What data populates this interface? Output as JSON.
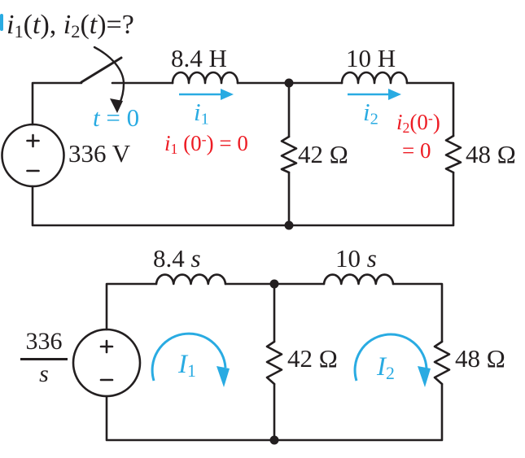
{
  "colors": {
    "ink": "#231f20",
    "accent_blue": "#29abe2",
    "alert_red": "#ed1c24",
    "background": "#ffffff"
  },
  "title": {
    "segments": [
      {
        "text": "i",
        "style": "it"
      },
      {
        "text": "1",
        "style": "sub"
      },
      {
        "text": "("
      },
      {
        "text": "t",
        "style": "it"
      },
      {
        "text": "), "
      },
      {
        "text": "i",
        "style": "it"
      },
      {
        "text": "2",
        "style": "sub"
      },
      {
        "text": "("
      },
      {
        "text": "t",
        "style": "it"
      },
      {
        "text": ")=?"
      }
    ]
  },
  "top_circuit": {
    "source_label": "336 V",
    "switch_time": [
      {
        "text": "t",
        "style": "it"
      },
      {
        "text": " = 0"
      }
    ],
    "inductor_left": "8.4 H",
    "inductor_right": "10 H",
    "resistor_mid": "42 Ω",
    "resistor_right": "48 Ω",
    "current_left": [
      {
        "text": "i",
        "style": "it"
      },
      {
        "text": "1",
        "style": "sub"
      }
    ],
    "current_right": [
      {
        "text": "i",
        "style": "it"
      },
      {
        "text": "2",
        "style": "sub"
      }
    ],
    "initial_left": [
      {
        "text": "i",
        "style": "it"
      },
      {
        "text": "1",
        "style": "sub"
      },
      {
        "text": " (0"
      },
      {
        "text": "-",
        "style": "sup"
      },
      {
        "text": ") = 0"
      }
    ],
    "initial_right_line1": [
      {
        "text": "i",
        "style": "it"
      },
      {
        "text": "2",
        "style": "sub"
      },
      {
        "text": "(0"
      },
      {
        "text": "-",
        "style": "sup"
      },
      {
        "text": ")"
      }
    ],
    "initial_right_line2": "= 0"
  },
  "bottom_circuit": {
    "source_numerator": "336",
    "source_denominator": "s",
    "inductor_left": [
      {
        "text": "8.4 "
      },
      {
        "text": "s",
        "style": "it"
      }
    ],
    "inductor_right": [
      {
        "text": "10 "
      },
      {
        "text": "s",
        "style": "it"
      }
    ],
    "resistor_mid": "42 Ω",
    "resistor_right": "48 Ω",
    "mesh_left": [
      {
        "text": "I",
        "style": "it"
      },
      {
        "text": "1",
        "style": "sub"
      }
    ],
    "mesh_right": [
      {
        "text": "I",
        "style": "it"
      },
      {
        "text": "2",
        "style": "sub"
      }
    ]
  }
}
